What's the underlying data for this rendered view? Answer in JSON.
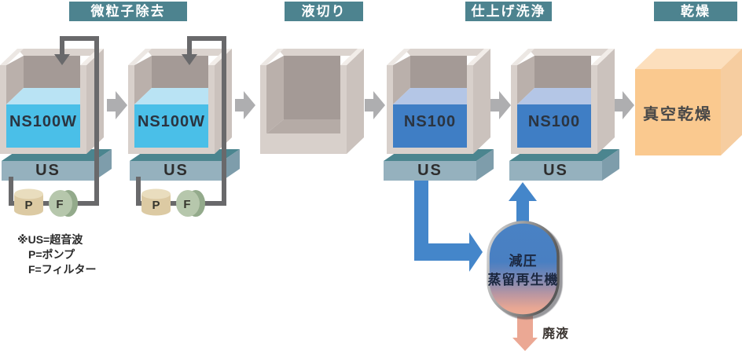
{
  "stages": [
    {
      "label": "微粒子除去"
    },
    {
      "label": "液切り"
    },
    {
      "label": "仕上げ洗浄"
    },
    {
      "label": "乾燥"
    }
  ],
  "tanks": {
    "tank1": {
      "liquid_label": "NS100W",
      "platform_label": "US"
    },
    "tank2": {
      "liquid_label": "NS100W",
      "platform_label": "US"
    },
    "tank4": {
      "liquid_label": "NS100",
      "platform_label": "US"
    },
    "tank5": {
      "liquid_label": "NS100",
      "platform_label": "US"
    }
  },
  "circulation": {
    "pump_label": "P",
    "filter_label": "F"
  },
  "legend": {
    "line1": "※US=超音波",
    "line2": "P=ポンプ",
    "line3": "F=フィルター"
  },
  "regenerator": {
    "name_line1": "減圧",
    "name_line2": "蒸留再生機",
    "waste_label": "廃液"
  },
  "dryer": {
    "label": "真空乾燥"
  },
  "colors": {
    "stage_label_bg": "#4d838f",
    "tank_body": "#d8d0cb",
    "tank_interior": "#a49a96",
    "ns100w_liquid_front": "#4abfe8",
    "ns100w_liquid_top": "#b9e3f4",
    "ns100_liquid_front": "#3f7ec5",
    "ns100_liquid_top": "#b4c6e6",
    "platform_top_teal": "#4b858f",
    "platform_front": "#95b1be",
    "flow_arrow_gray": "#aeaeb0",
    "pipe_gray": "#69696b",
    "pump_tan": "#dccaa3",
    "filter_green": "#b6c7ac",
    "transfer_arrow_blue": "#4486ca",
    "waste_arrow_pink": "#eba894",
    "regenerator_top_blue": "#4a82c4",
    "regenerator_bottom_pink": "#ecac96",
    "dryer_cube_orange": "#fac98f"
  }
}
